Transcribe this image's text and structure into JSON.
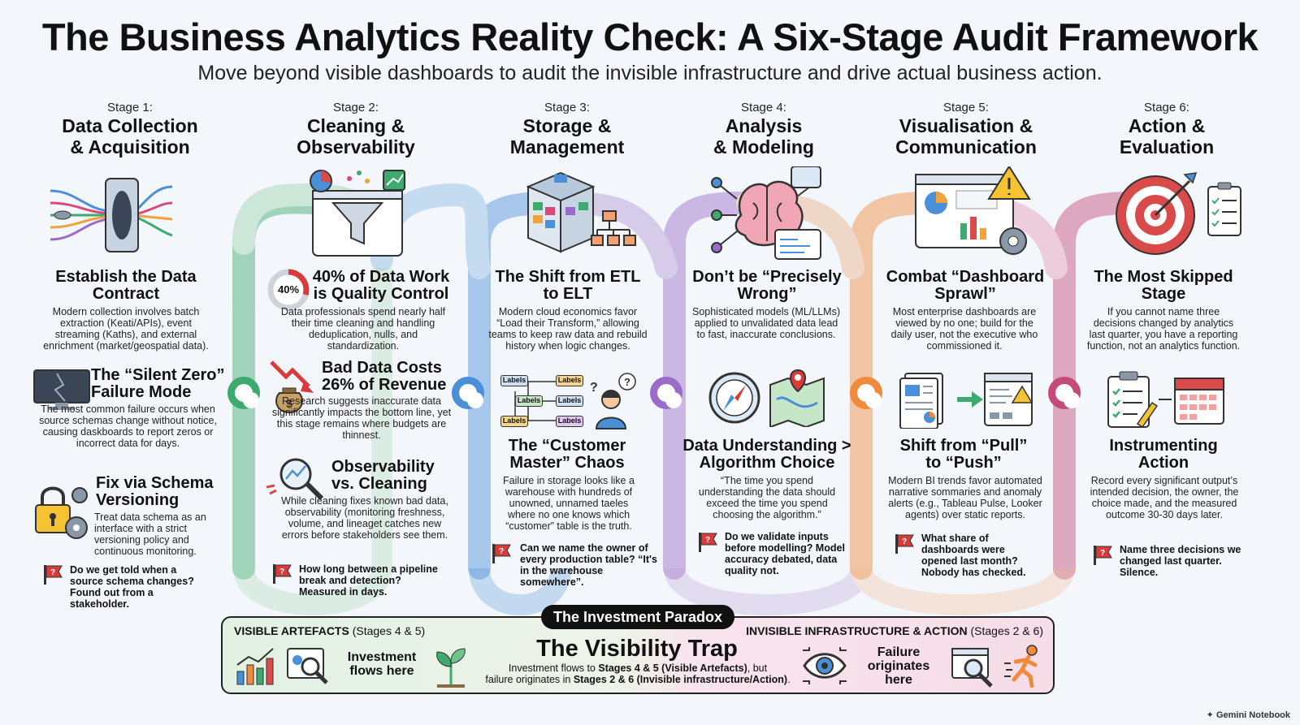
{
  "title": "The Business Analytics Reality Check: A Six-Stage Audit Framework",
  "subtitle": "Move beyond visible dashboards to audit the invisible infrastructure and drive actual business action.",
  "colors": {
    "stage1": "#3faa6e",
    "stage2": "#9ed3b0",
    "stage3": "#4a90d9",
    "stage4": "#9b6bc9",
    "stage5": "#f08a3c",
    "stage6": "#c44b78"
  },
  "stages": [
    {
      "num": "Stage 1:",
      "name1": "Data Collection",
      "name2": "& Acquisition",
      "icon": "data-intake-funnel-icon",
      "h1": "Establish the Data Contract",
      "t1": "Modern collection involves batch extraction (Keati/APIs), event streaming (Kaths), and external enrichment (market/geospatial data).",
      "h2": "The “Silent Zero” Failure Mode",
      "t2": "The most common failure occurs when source schemas change without notice, causing daskboards to report zeros or incorrect data for days.",
      "h3": "Fix via Schema Versioning",
      "t3": "Treat data schema as an interface with a strict versioning policy and continuous monitoring.",
      "q": "Do we get told when a source schema changes? Found out from a stakeholder."
    },
    {
      "num": "Stage 2:",
      "name1": "Cleaning &",
      "name2": "Observability",
      "icon": "cleaning-funnel-icon",
      "pct": "40%",
      "h1": "40% of Data Work is Quality Control",
      "t1": "Data professionals spend nearly half their time cleaning and handling deduplication, nulls, and standardization.",
      "h2": "Bad Data Costs 26% of Revenue",
      "t2": "Research suggests inaccurate data significantly impacts the bottom line, yet this stage remains where budgets are thinnest.",
      "h3": "Observability vs. Cleaning",
      "t3": "While cleaning fixes known bad data, observability (monitoring freshness, volume, and lineaget catches new errors before stakeholders see them.",
      "q": "How long between a pipeline break and detection? Measured in days."
    },
    {
      "num": "Stage 3:",
      "name1": "Storage &",
      "name2": "Management",
      "icon": "data-cube-icon",
      "h1": "The Shift from ETL to ELT",
      "t1": "Modern cloud economics favor “Load their Transform,” allowing teams to keep raw data and rebuild history when logic changes.",
      "labels": [
        "Labels",
        "Labels",
        "Labels",
        "Labels",
        "Labels",
        "Labels"
      ],
      "h2": "The “Customer Master” Chaos",
      "t2": "Failure in storage looks like a warehouse with hundreds of unowned, unnamed taeles where no one knows which “customer” table is the truth.",
      "q": "Can we name the owner of every production table? “It's in the warehouse somewhere”."
    },
    {
      "num": "Stage 4:",
      "name1": "Analysis",
      "name2": "& Modeling",
      "icon": "brain-network-icon",
      "h1": "Don’t be “Precisely Wrong”",
      "t1": "Sophisticated models (ML/LLMs) applied to unvalidated data lead to fast, inaccurate conclusions.",
      "h2": "Data Understanding > Algorithm Choice",
      "t2": "“The time you spend understanding the data should exceed the time you spend choosing the algorithm.”",
      "q": "Do we validate inputs before modelling? Model accuracy debated, data quality not."
    },
    {
      "num": "Stage 5:",
      "name1": "Visualisation &",
      "name2": "Communication",
      "icon": "dashboard-warning-icon",
      "h1": "Combat “Dashboard Sprawl”",
      "t1": "Most enterprise dashboards are viewed by no one; build for the daily user, not the executive who commissioned it.",
      "h2": "Shift from “Pull” to “Push”",
      "t2": "Modern BI trends favor automated narrative sommaries and anomaly alerts (e.g., Tableau Pulse, Looker agents) over static reports.",
      "q": "What share of dashboards were opened last month? Nobody has checked."
    },
    {
      "num": "Stage 6:",
      "name1": "Action &",
      "name2": "Evaluation",
      "icon": "target-checklist-icon",
      "h1": "The Most Skipped Stage",
      "t1": "If you cannot name three decisions changed by analytics last quarter, you have a reporting function, not an analytics function.",
      "h2": "Instrumenting Action",
      "t2": "Record every significant output’s intended decision, the owner, the choice made, and the measured outcome 30-30 days later.",
      "q": "Name three decisions we changed last quarter. Silence."
    }
  ],
  "paradox": {
    "badge": "The Investment Paradox",
    "left_label": "VISIBLE ARTEFACTS",
    "left_paren": "(Stages 4 & 5)",
    "left_note": "Investment flows here",
    "center_title": "The Visibility Trap",
    "center_1a": "Investment flows to ",
    "center_1b": "Stages 4 & 5 (Visible Artefacts)",
    "center_1c": ", but",
    "center_2a": "failure originates in ",
    "center_2b": "Stages 2 & 6 (Invisible infrastructure/Action)",
    "center_2c": ".",
    "right_label": "INVISIBLE INFRASTRUCTURE & ACTION",
    "right_paren": "(Stages 2 & 6)",
    "right_note": "Failure originates here"
  },
  "footer": "Gemini Notebook"
}
